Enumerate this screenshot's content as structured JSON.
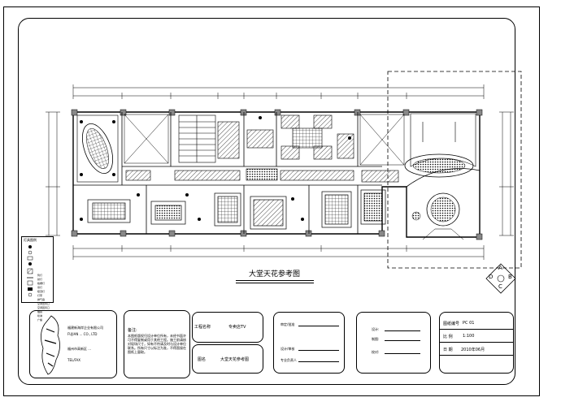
{
  "drawing": {
    "title": "大堂天花参考图"
  },
  "title_block": {
    "company": {
      "line1": "福建新海岸企业有限公司",
      "line2": "FUJIAN ... CO., LTD",
      "line3": "福州市高新区 ...",
      "line4": "TEL/FAX"
    },
    "notes": {
      "heading": "备注:",
      "body": "本图纸版权归设计单位所有，未经书面许可不得复制或用于其他工程。施工前请核对现场尺寸，如有不符请及时与设计单位联系。所有尺寸以标注为准，不得直接在图纸上量取。"
    },
    "project": {
      "name_label": "工程名称",
      "name_value": "专卖店TV",
      "drawing_label": "图名",
      "drawing_value": "大堂天花参考图"
    },
    "signatures": {
      "row1": "审定/批准",
      "row2": "设计/审核",
      "row3": "专业负责人"
    },
    "designers": {
      "row1": "设计:",
      "row2": "制图:",
      "row3": "校对:"
    },
    "info": {
      "drawing_no_label": "图纸编号",
      "drawing_no_value": "PC 01",
      "scale_label": "比 例",
      "scale_value": "1:100",
      "date_label": "日 期",
      "date_value": "2010年06月"
    }
  },
  "legend": {
    "title": "灯具图例",
    "items": [
      "筒灯",
      "射灯",
      "格栅灯",
      "吊灯",
      "吸顶灯",
      "灯带",
      "排气扇",
      "空调出风口",
      "空调回风口",
      "烟感",
      "喷淋",
      "广播"
    ]
  },
  "compass": {
    "labels": [
      "A",
      "B",
      "C",
      "D"
    ]
  }
}
